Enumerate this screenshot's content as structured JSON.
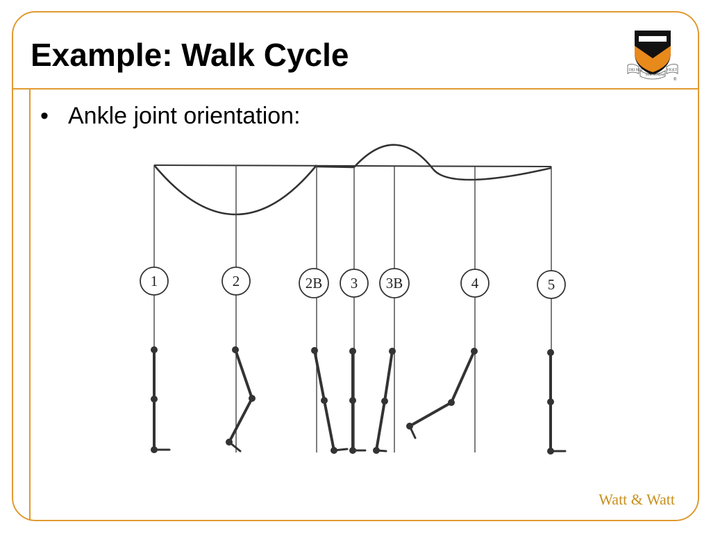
{
  "slide": {
    "title": "Example: Walk Cycle",
    "bullet_symbol": "•",
    "bullet_text": "Ankle joint orientation:",
    "credit": "Watt & Watt"
  },
  "logo": {
    "icon": "princeton-shield-icon",
    "motto_left": "DEI SUB",
    "motto_center": "SUB NUMINE",
    "motto_right": "VIGET",
    "mark": "®"
  },
  "diagram": {
    "stations": [
      {
        "label": "1"
      },
      {
        "label": "2"
      },
      {
        "label": "2B"
      },
      {
        "label": "3"
      },
      {
        "label": "3B"
      },
      {
        "label": "4"
      },
      {
        "label": "5"
      }
    ]
  },
  "colors": {
    "frame": "#e09a30",
    "credit": "#c8901e",
    "ink": "#333333",
    "shield_black": "#111111",
    "shield_orange": "#e8891c"
  }
}
